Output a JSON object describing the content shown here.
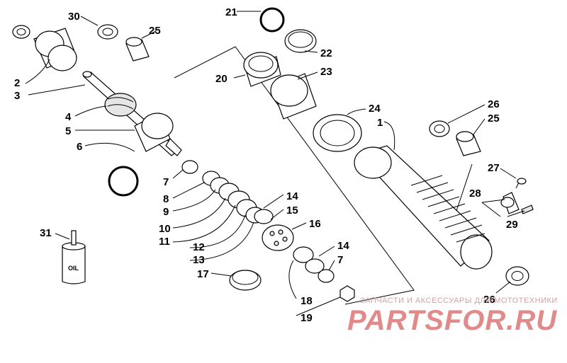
{
  "callouts": {
    "c1": "1",
    "c2": "2",
    "c3": "3",
    "c4": "4",
    "c5": "5",
    "c6": "6",
    "c7a": "7",
    "c7b": "7",
    "c8": "8",
    "c9": "9",
    "c10": "10",
    "c11": "11",
    "c12": "12",
    "c13": "13",
    "c14a": "14",
    "c14b": "14",
    "c15": "15",
    "c16": "16",
    "c17": "17",
    "c18": "18",
    "c19": "19",
    "c20": "20",
    "c21": "21",
    "c22": "22",
    "c23": "23",
    "c24": "24",
    "c25a": "25",
    "c25b": "25",
    "c26a": "26",
    "c26b": "26",
    "c27": "27",
    "c28": "28",
    "c29": "29",
    "c30": "30",
    "c31": "31"
  },
  "oil_label": "OIL",
  "watermark": {
    "tagline": "ЗАПЧАСТИ И АКСЕССУАРЫ ДЛЯ МОТОТЕХНИКИ",
    "brand": "PARTSFOR.RU"
  },
  "colors": {
    "ink": "#000000",
    "watermark": "#e28a8a"
  }
}
